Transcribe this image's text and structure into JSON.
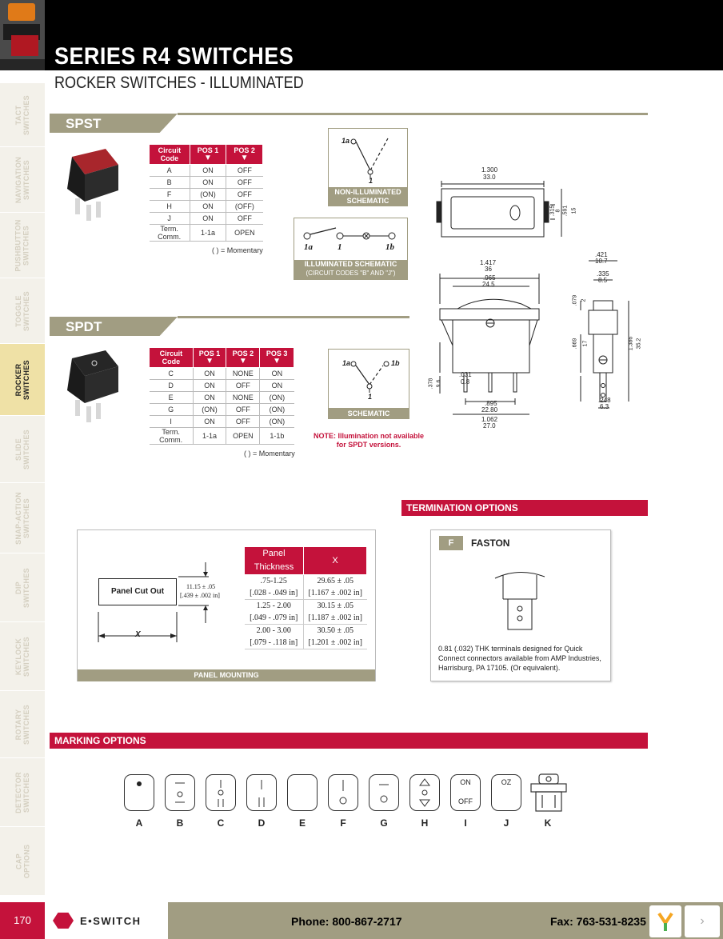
{
  "header": {
    "title": "SERIES R4 SWITCHES",
    "subtitle": "ROCKER SWITCHES - ILLUMINATED"
  },
  "sidebar": {
    "items": [
      {
        "label": "TACT\nSWITCHES"
      },
      {
        "label": "NAVIGATION\nSWITCHES"
      },
      {
        "label": "PUSHBUTTON\nSWITCHES"
      },
      {
        "label": "TOGGLE\nSWITCHES"
      },
      {
        "label": "ROCKER\nSWITCHES"
      },
      {
        "label": "SLIDE\nSWITCHES"
      },
      {
        "label": "SNAP-ACTION\nSWITCHES"
      },
      {
        "label": "DIP\nSWITCHES"
      },
      {
        "label": "KEYLOCK\nSWITCHES"
      },
      {
        "label": "ROTARY\nSWITCHES"
      },
      {
        "label": "DETECTOR\nSWITCHES"
      },
      {
        "label": "CAP\nOPTIONS"
      }
    ],
    "active": "ROCKER\nSWITCHES"
  },
  "spst": {
    "title": "SPST",
    "headers": [
      "Circuit Code",
      "POS 1",
      "POS 2"
    ],
    "rows": [
      [
        "A",
        "ON",
        "OFF"
      ],
      [
        "B",
        "ON",
        "OFF"
      ],
      [
        "F",
        "(ON)",
        "OFF"
      ],
      [
        "H",
        "ON",
        "(OFF)"
      ],
      [
        "J",
        "ON",
        "OFF"
      ],
      [
        "Term. Comm.",
        "1-1a",
        "OPEN"
      ]
    ],
    "note": "( ) = Momentary",
    "schematic_label": "NON-ILLUMINATED SCHEMATIC",
    "illum_label": "ILLUMINATED SCHEMATIC",
    "illum_sub": "(CIRCUIT CODES \"B\" AND \"J\")",
    "sch_1a": "1a",
    "sch_1": "1",
    "ill_1a": "1a",
    "ill_1": "1",
    "ill_1b": "1b"
  },
  "spdt": {
    "title": "SPDT",
    "headers": [
      "Circuit Code",
      "POS 1",
      "POS 2",
      "POS 3"
    ],
    "rows": [
      [
        "C",
        "ON",
        "NONE",
        "ON"
      ],
      [
        "D",
        "ON",
        "OFF",
        "ON"
      ],
      [
        "E",
        "ON",
        "NONE",
        "(ON)"
      ],
      [
        "G",
        "(ON)",
        "OFF",
        "(ON)"
      ],
      [
        "I",
        "ON",
        "OFF",
        "(ON)"
      ],
      [
        "Term. Comm.",
        "1-1a",
        "OPEN",
        "1-1b"
      ]
    ],
    "note": "( ) = Momentary",
    "schematic_label": "SCHEMATIC",
    "sch_1a": "1a",
    "sch_1b": "1b",
    "sch_1": "1",
    "warning": "NOTE: Illumination not available\nfor SPDT versions."
  },
  "dims": {
    "top_w": "1.300",
    "top_w_mm": "33.0",
    "top_h": ".315",
    "top_h_mm": "8",
    "top_h2": ".591",
    "top_h2_mm": "15",
    "side_1417": "1.417",
    "side_36": "36",
    "side_965": ".965",
    "side_245": "24.5",
    "side_079": ".079",
    "side_2": "2",
    "side_669": ".669",
    "side_17": "17",
    "side_378": ".378",
    "side_96": "9.6",
    "side_031": ".031",
    "side_08": "0.8",
    "side_895": ".895",
    "side_2280": "22.80",
    "side_1062": "1.062",
    "side_270": "27.0",
    "end_421": ".421",
    "end_107": "10.7",
    "end_335": ".335",
    "end_85": "8.5",
    "end_1386": "1.386",
    "end_352": "35.2",
    "end_248": ".248",
    "end_63": "6.3"
  },
  "panel": {
    "cutout_label": "Panel Cut Out",
    "dim_label": "11.15 ± .05",
    "dim_label2": "[.439 ± .002 in]",
    "x_label": "X",
    "headers": [
      "Panel Thickness",
      "X"
    ],
    "rows": [
      [
        ".75-1.25",
        "29.65 ± .05"
      ],
      [
        "[.028 - .049 in]",
        "[1.167 ± .002 in]"
      ],
      [
        "1.25 - 2.00",
        "30.15 ± .05"
      ],
      [
        "[.049 - .079 in]",
        "[1.187 ± .002 in]"
      ],
      [
        "2.00 - 3.00",
        "30.50 ± .05"
      ],
      [
        "[.079 - .118 in]",
        "[1.201 ± .002 in]"
      ]
    ],
    "footer": "PANEL MOUNTING"
  },
  "termination": {
    "title": "TERMINATION OPTIONS",
    "code": "F",
    "name": "FASTON",
    "desc": "0.81 (.032) THK terminals designed for Quick Connect connectors available from AMP Industries, Harrisburg, PA  17105.  (Or equivalent)."
  },
  "marking": {
    "title": "MARKING OPTIONS",
    "items": [
      "A",
      "B",
      "C",
      "D",
      "E",
      "F",
      "G",
      "H",
      "I",
      "J",
      "K"
    ],
    "i_on": "ON",
    "i_off": "OFF",
    "j_text": "OZ"
  },
  "footer": {
    "page": "170",
    "brand": "E•SWITCH",
    "phone": "Phone: 800-867-2717",
    "fax": "Fax: 763-531-8235"
  },
  "colors": {
    "accent_red": "#c4123b",
    "olive": "#a19d82",
    "header_black": "#000000"
  }
}
